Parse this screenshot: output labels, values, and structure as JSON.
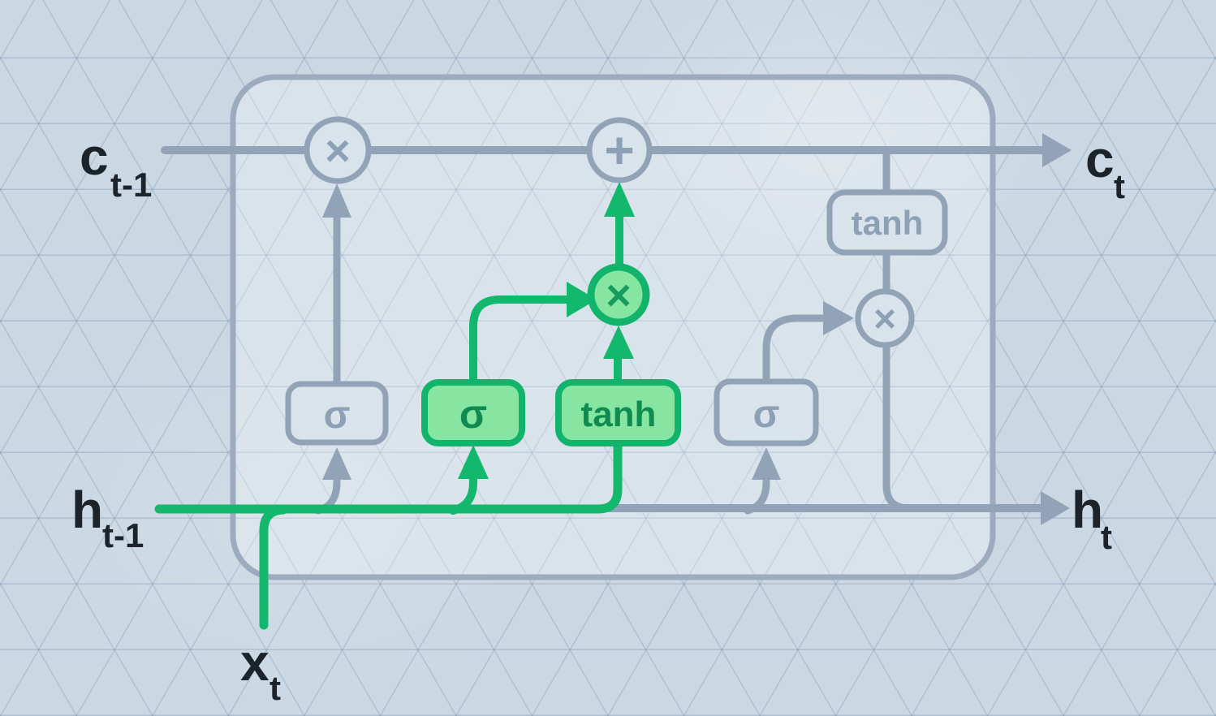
{
  "diagram": {
    "kind": "LSTM cell diagram",
    "io": {
      "cell_state_prev": {
        "base": "c",
        "sub": "t-1"
      },
      "cell_state_next": {
        "base": "c",
        "sub": "t"
      },
      "hidden_prev": {
        "base": "h",
        "sub": "t-1"
      },
      "hidden_next": {
        "base": "h",
        "sub": "t"
      },
      "input": {
        "base": "x",
        "sub": "t"
      }
    },
    "gates": {
      "forget_gate": {
        "label": "σ",
        "highlighted": false
      },
      "input_gate": {
        "label": "σ",
        "highlighted": true
      },
      "candidate_tanh": {
        "label": "tanh",
        "highlighted": true
      },
      "output_gate": {
        "label": "σ",
        "highlighted": false
      },
      "cell_output_tanh": {
        "label": "tanh",
        "highlighted": false
      }
    },
    "operators": {
      "forget_multiply": "×",
      "state_add": "+",
      "input_multiply": "×",
      "output_multiply": "×"
    },
    "colors": {
      "highlight_stroke": "#12b46c",
      "highlight_fill": "#86e6a1",
      "inactive_stroke": "#92a3b7",
      "node_fill": "#d8e3ec",
      "label_text": "#1d232b",
      "background": "#cbd8e3"
    }
  }
}
